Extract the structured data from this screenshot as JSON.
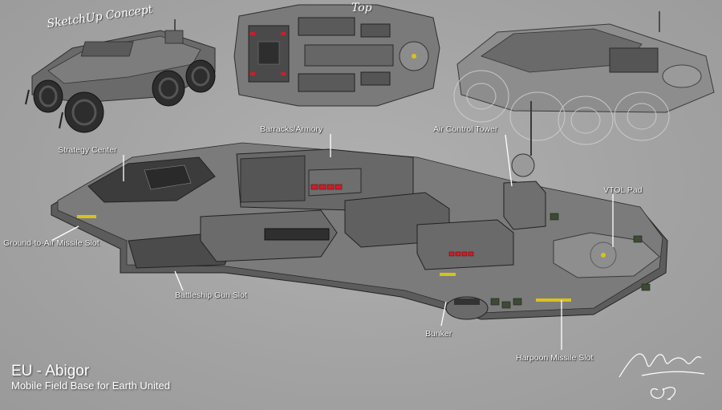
{
  "header": {
    "sketch_note": "SketchUp Concept",
    "top_view_label": "Top"
  },
  "labels": {
    "strategy_center": "Strategy Center",
    "barracks_armory": "Barracks/Armory",
    "air_control_tower": "Air Control Tower",
    "vtol_pad": "VTOL Pad",
    "ground_to_air": "Ground-to-Air Missile Slot",
    "battleship_gun": "Battleship Gun Slot",
    "bunker": "Bunker",
    "harpoon": "Harpoon Missile Slot"
  },
  "footer": {
    "title": "EU - Abigor",
    "subtitle": "Mobile Field Base for Earth United"
  },
  "colors": {
    "background": "#a3a3a3",
    "hull_dark": "#3c3c3c",
    "hull_mid": "#5e5e5e",
    "hull_light": "#8a8a8a",
    "warning_red": "#c8202a",
    "hazard_yellow": "#d8c21a"
  }
}
